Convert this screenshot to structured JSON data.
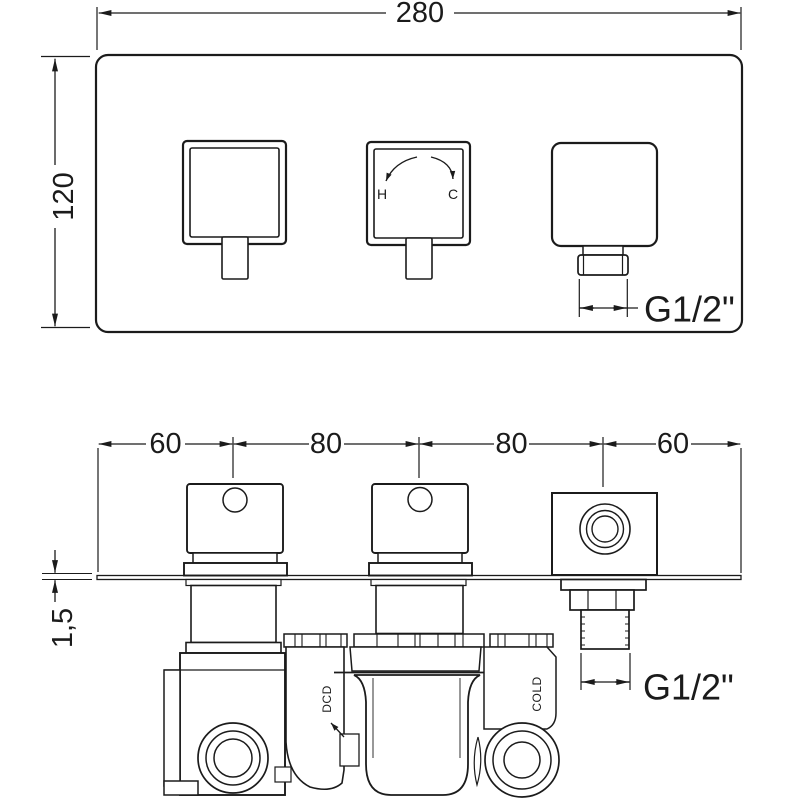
{
  "drawing": {
    "type": "technical-installation-diagram",
    "front_view": {
      "width_dim": "280",
      "height_dim": "120",
      "hot_label": "H",
      "cold_label": "C",
      "outlet_thread_label": "G1/2\""
    },
    "plan_view": {
      "spacing_dims": [
        "60",
        "80",
        "80",
        "60"
      ],
      "plate_thickness_dim": "1,5",
      "outlet_thread_label": "G1/2\"",
      "port_label_dcd": "DCD",
      "port_label_cold": "COLD"
    },
    "colors": {
      "line": "#1b1b1b",
      "background": "#ffffff"
    }
  }
}
